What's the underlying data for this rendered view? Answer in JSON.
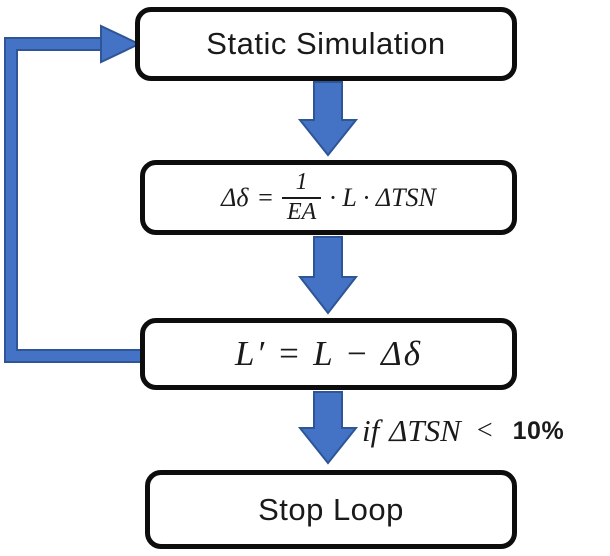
{
  "diagram": {
    "description": "Iterative static simulation loop flowchart",
    "colors": {
      "background": "#FFFFFF",
      "box_border": "#0D0D0D",
      "arrow_fill": "#4472C4",
      "arrow_edge": "#2E5596",
      "text": "#1A1A1A"
    },
    "boxes": {
      "static_simulation": {
        "label": "Static Simulation"
      },
      "delta_formula": {
        "lhs": "Δδ",
        "equals": "=",
        "frac_numerator": "1",
        "frac_denominator": "EA",
        "rhs": "· L · ΔTSN"
      },
      "length_update": {
        "label": "L′ = L − Δδ"
      },
      "stop_loop": {
        "label": "Stop Loop"
      }
    },
    "condition": {
      "if_word": "if",
      "variable": "ΔTSN",
      "operator": "<",
      "threshold": "10%"
    },
    "flow": [
      "Static Simulation → Δδ formula",
      "Δδ formula → L′ update",
      "L′ update → Stop Loop (if ΔTSN < 10%)",
      "L′ update → Static Simulation (loop back)"
    ]
  }
}
